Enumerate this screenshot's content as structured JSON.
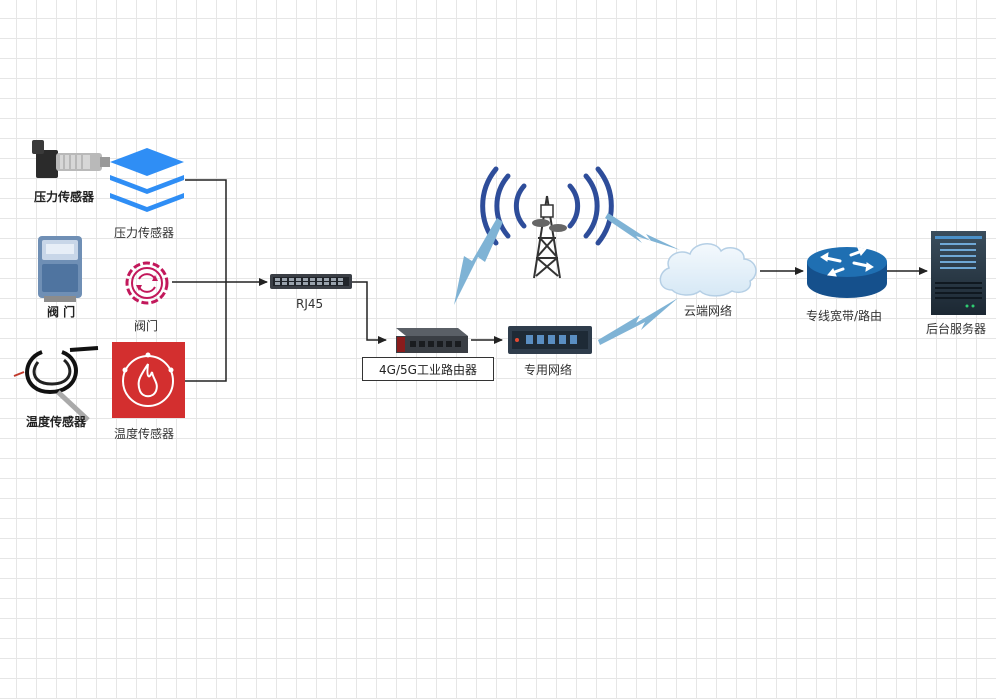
{
  "photos": {
    "pressure_label": "压力传感器",
    "valve_label": "阀 门",
    "temperature_label": "温度传感器"
  },
  "nodes": {
    "pressure_sensor": "压力传感器",
    "valve": "阀门",
    "temperature_sensor": "温度传感器",
    "switch": "RJ45",
    "router": "4G/5G工业路由器",
    "private_network": "专用网络",
    "cloud": "云端网络",
    "broadband": "专线宽带/路由",
    "server": "后台服务器"
  },
  "colors": {
    "edge": "#222222",
    "lightning": "#7fb3d5",
    "tower": "#2e4d9a",
    "router_blue": "#1f6fb2",
    "fire_red": "#d32f2f",
    "valve_pink": "#c2185b",
    "stack_blue": "#2f8ef5"
  },
  "icons": [
    "layers-icon",
    "gear-refresh-icon",
    "fire-icon",
    "switch-icon",
    "router-box-icon",
    "network-switch-icon",
    "cell-tower-icon",
    "cloud-icon",
    "router-icon",
    "server-icon",
    "lightning-icon"
  ]
}
